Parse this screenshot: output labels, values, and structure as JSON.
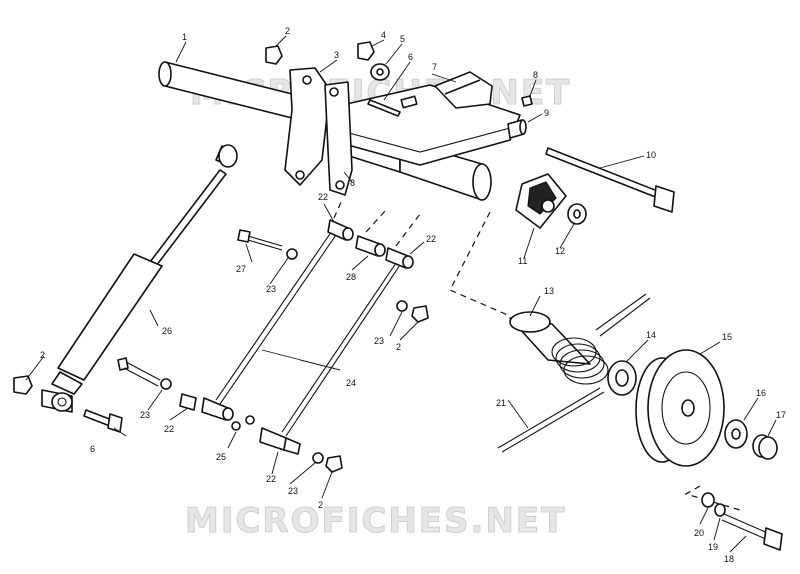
{
  "watermarks": {
    "top": "MICROFICHES.NET",
    "bottom": "MICROFICHES.NET"
  },
  "callouts": {
    "c1": "1",
    "c2a": "2",
    "c3": "3",
    "c4": "4",
    "c5": "5",
    "c6": "6",
    "c7": "7",
    "c8a": "8",
    "c9": "9",
    "c8b": "8",
    "c10": "10",
    "c11": "11",
    "c12": "12",
    "c13": "13",
    "c14": "14",
    "c15": "15",
    "c16": "16",
    "c17": "17",
    "c18": "18",
    "c19": "19",
    "c20": "20",
    "c21": "21",
    "c22a": "22",
    "c22b": "22",
    "c22c": "22",
    "c22d": "22",
    "c23a": "23",
    "c23b": "23",
    "c23c": "23",
    "c23d": "23",
    "c24": "24",
    "c25": "25",
    "c26": "26",
    "c27": "27",
    "c28": "28",
    "c2b": "2",
    "c2c": "2",
    "c2d": "2",
    "c6b": "6"
  }
}
